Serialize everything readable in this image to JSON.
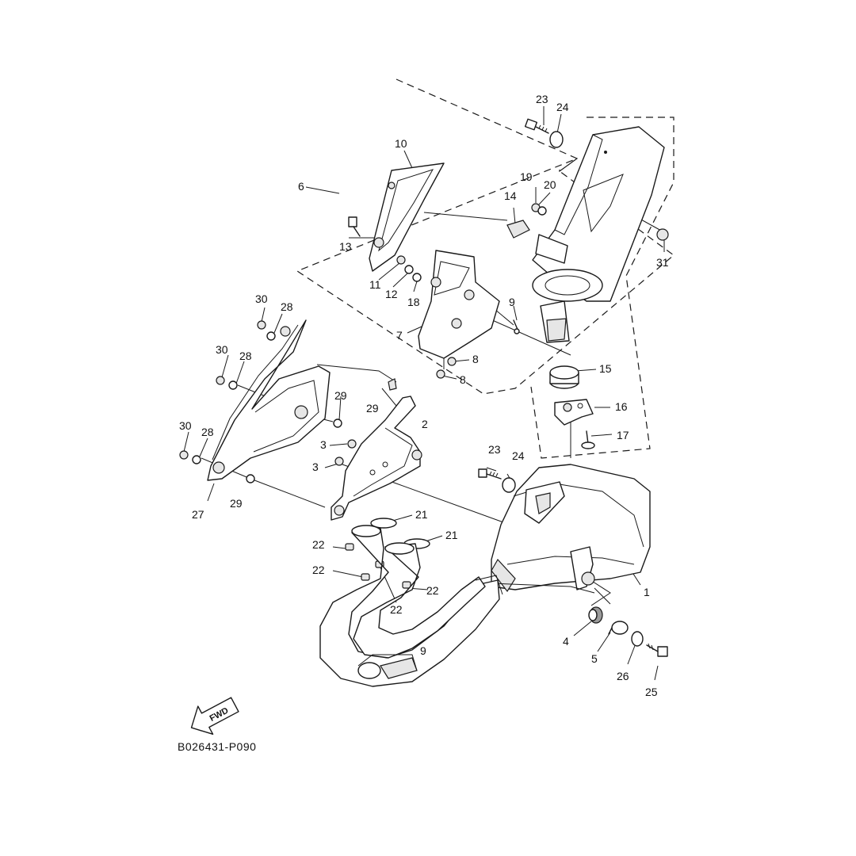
{
  "diagram_code": "B026431-P090",
  "fwd_label": "FWD",
  "callouts": [
    {
      "id": "c23a",
      "text": "23"
    },
    {
      "id": "c24a",
      "text": "24"
    },
    {
      "id": "c10",
      "text": "10"
    },
    {
      "id": "c6",
      "text": "6"
    },
    {
      "id": "c19",
      "text": "19"
    },
    {
      "id": "c20",
      "text": "20"
    },
    {
      "id": "c14",
      "text": "14"
    },
    {
      "id": "c13",
      "text": "13"
    },
    {
      "id": "c31",
      "text": "31"
    },
    {
      "id": "c11",
      "text": "11"
    },
    {
      "id": "c12",
      "text": "12"
    },
    {
      "id": "c18",
      "text": "18"
    },
    {
      "id": "c9a",
      "text": "9"
    },
    {
      "id": "c7",
      "text": "7"
    },
    {
      "id": "c30a",
      "text": "30"
    },
    {
      "id": "c28a",
      "text": "28"
    },
    {
      "id": "c30b",
      "text": "30"
    },
    {
      "id": "c28b",
      "text": "28"
    },
    {
      "id": "c8a",
      "text": "8"
    },
    {
      "id": "c8b",
      "text": "8"
    },
    {
      "id": "c15",
      "text": "15"
    },
    {
      "id": "c29a",
      "text": "29"
    },
    {
      "id": "c29b",
      "text": "29"
    },
    {
      "id": "c16",
      "text": "16"
    },
    {
      "id": "c30c",
      "text": "30"
    },
    {
      "id": "c28c",
      "text": "28"
    },
    {
      "id": "c2",
      "text": "2"
    },
    {
      "id": "c3a",
      "text": "3"
    },
    {
      "id": "c17",
      "text": "17"
    },
    {
      "id": "c3b",
      "text": "3"
    },
    {
      "id": "c23b",
      "text": "23"
    },
    {
      "id": "c24b",
      "text": "24"
    },
    {
      "id": "c29c",
      "text": "29"
    },
    {
      "id": "c27",
      "text": "27"
    },
    {
      "id": "c21a",
      "text": "21"
    },
    {
      "id": "c21b",
      "text": "21"
    },
    {
      "id": "c22a",
      "text": "22"
    },
    {
      "id": "c22b",
      "text": "22"
    },
    {
      "id": "c22c",
      "text": "22"
    },
    {
      "id": "c22d",
      "text": "22"
    },
    {
      "id": "c1",
      "text": "1"
    },
    {
      "id": "c9b",
      "text": "9"
    },
    {
      "id": "c4",
      "text": "4"
    },
    {
      "id": "c5",
      "text": "5"
    },
    {
      "id": "c26",
      "text": "26"
    },
    {
      "id": "c25",
      "text": "25"
    }
  ]
}
